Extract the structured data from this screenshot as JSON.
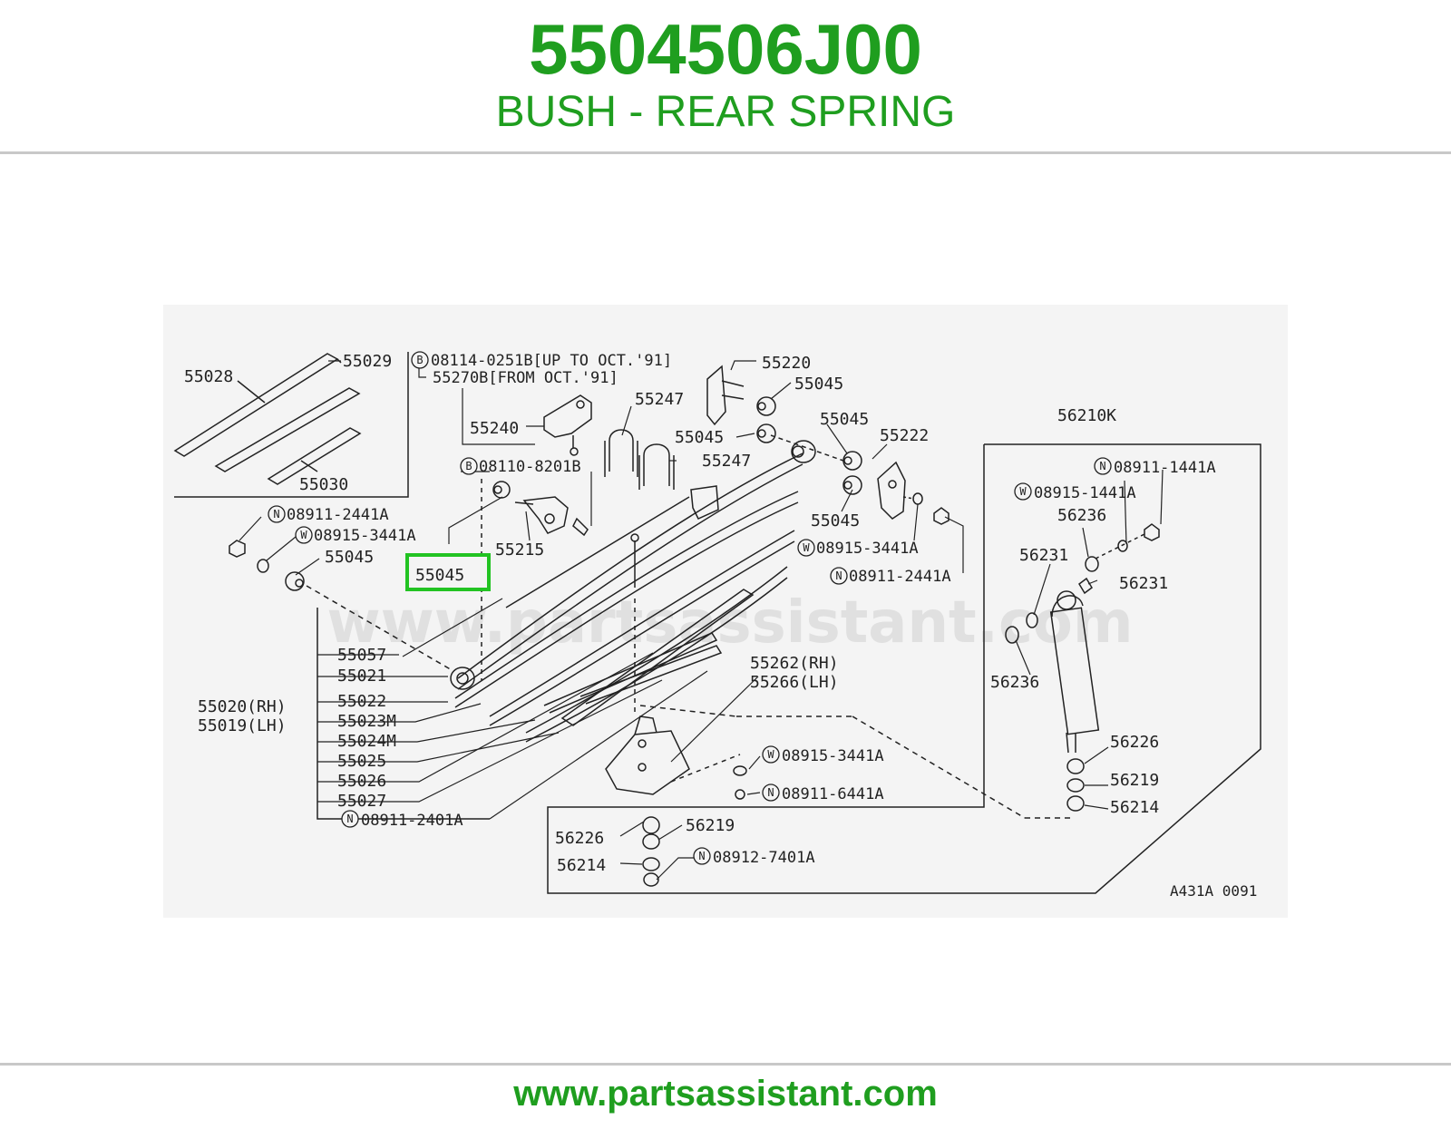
{
  "header": {
    "part_number": "5504506J00",
    "part_name": "BUSH - REAR SPRING"
  },
  "footer": {
    "url": "www.partsassistant.com"
  },
  "diagram": {
    "watermark": "www.partsassistant.com",
    "code": "A431A 0091",
    "highlight": {
      "label": "55045",
      "color": "#22c322"
    },
    "labels": {
      "p55028": "55028",
      "p55029": "55029",
      "p55030": "55030",
      "b08114": "08114-0251B[UP TO OCT.'91]",
      "p55270b": "55270B[FROM OCT.'91]",
      "p55240": "55240",
      "b08110": "08110-8201B",
      "n08911_2441a_l": "08911-2441A",
      "w08915_3441a_l": "08915-3441A",
      "p55045_l": "55045",
      "p55215": "55215",
      "p55220": "55220",
      "p55045_t1": "55045",
      "p55247_a": "55247",
      "p55045_t2": "55045",
      "p55247_b": "55247",
      "p55045_t3": "55045",
      "p55222": "55222",
      "p55045_t4": "55045",
      "w08915_3441a_r": "08915-3441A",
      "n08911_2441a_r": "08911-2441A",
      "p55057": "55057",
      "p55021": "55021",
      "p55020": "55020(RH)",
      "p55019": "55019(LH)",
      "p55022": "55022",
      "p55023m": "55023M",
      "p55024m": "55024M",
      "p55025": "55025",
      "p55026": "55026",
      "p55027": "55027",
      "n08911_2401a": "08911-2401A",
      "p55262": "55262(RH)",
      "p55266": "55266(LH)",
      "w08915_3441a_b": "08915-3441A",
      "n08911_6441a": "08911-6441A",
      "p56226_b": "56226",
      "p56219_b": "56219",
      "p56214_b": "56214",
      "n08912_7401a": "08912-7401A",
      "p56210k": "56210K",
      "n08911_1441a": "08911-1441A",
      "w08915_1441a": "08915-1441A",
      "p56236_t": "56236",
      "p56231_l": "56231",
      "p56231_r": "56231",
      "p56236_b": "56236",
      "p56226_r": "56226",
      "p56219_r": "56219",
      "p56214_r": "56214"
    },
    "markers": {
      "B": "B",
      "N": "N",
      "W": "W"
    }
  }
}
